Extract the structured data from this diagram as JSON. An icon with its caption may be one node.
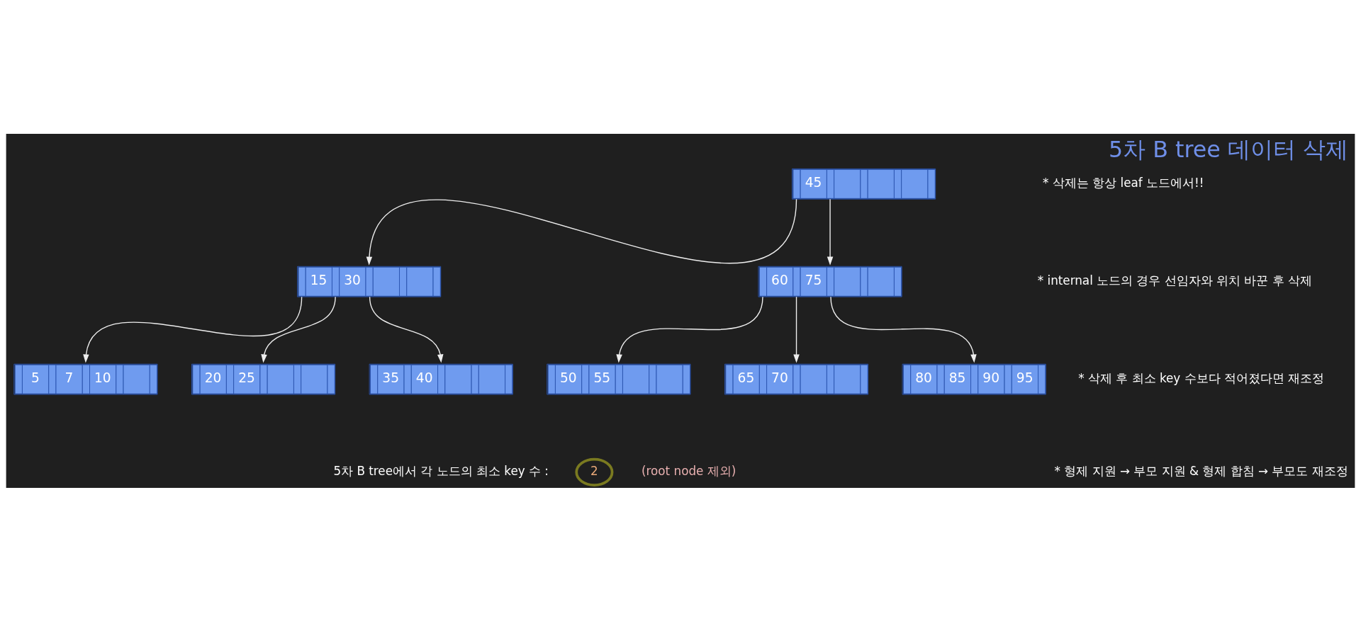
{
  "diagram": {
    "title": "5차 B tree 데이터 삭제",
    "nodes": [
      {
        "text": [
          "45"
        ]
      },
      {
        "text": [
          "15",
          "30"
        ]
      },
      {
        "text": [
          "60",
          "75"
        ]
      },
      {
        "text": [
          "5",
          "7",
          "10"
        ]
      },
      {
        "text": [
          "20",
          "25"
        ]
      },
      {
        "text": [
          "35",
          "40"
        ]
      },
      {
        "text": [
          "50",
          "55"
        ]
      },
      {
        "text": [
          "65",
          "70"
        ]
      },
      {
        "text": [
          "80",
          "85",
          "90",
          "95"
        ]
      }
    ],
    "edges": [
      {
        "from": 0,
        "to": 1,
        "arrow": "to"
      },
      {
        "from": 0,
        "to": 2,
        "arrow": "to"
      },
      {
        "from": 1,
        "to": 3,
        "arrow": "to"
      },
      {
        "from": 1,
        "to": 4,
        "arrow": "to"
      },
      {
        "from": 1,
        "to": 5,
        "arrow": "to"
      },
      {
        "from": 2,
        "to": 6,
        "arrow": "to"
      },
      {
        "from": 2,
        "to": 7,
        "arrow": "to"
      },
      {
        "from": 2,
        "to": 8,
        "arrow": "to"
      }
    ],
    "labels": [
      "* 삭제는 항상 leaf 노드에서!!",
      "* internal 노드의 경우 선임자와 위치 바꾼 후 삭제",
      "* 삭제 후 최소 key 수보다 적어졌다면 재조정",
      "* 형제 지원 → 부모 지원 & 형제 합침 → 부모도 재조정",
      "5차 B tree에서 각 노드의 최소 key 수 :",
      "2",
      "(root node 제외)"
    ]
  }
}
